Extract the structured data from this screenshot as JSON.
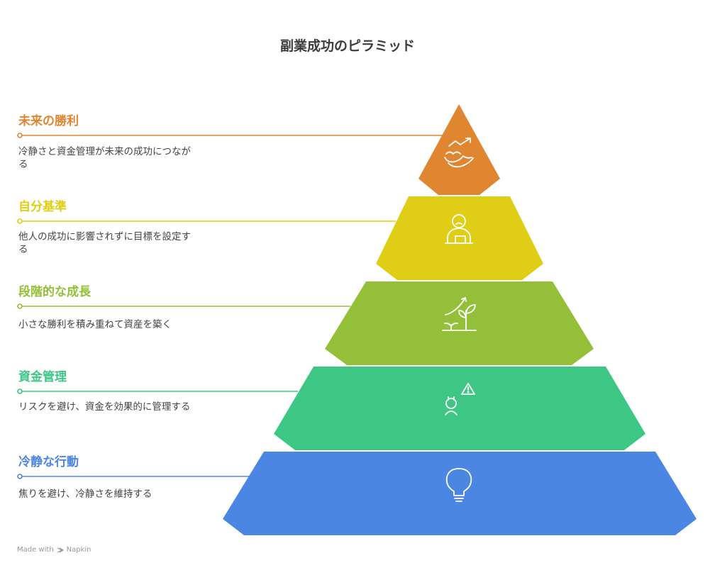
{
  "title": "副業成功のピラミッド",
  "tiers": [
    {
      "title": "未来の勝利",
      "description": "冷静さと資金管理が未来の成功につながる",
      "color": "#e08530",
      "icon": "growth-chart-icon"
    },
    {
      "title": "自分基準",
      "description": "他人の成功に影響されずに目標を設定する",
      "color": "#dfcd16",
      "icon": "person-goal-icon"
    },
    {
      "title": "段階的な成長",
      "description": "小さな勝利を積み重ねて資産を築く",
      "color": "#94bf38",
      "icon": "sprout-growth-icon"
    },
    {
      "title": "資金管理",
      "description": "リスクを避け、資金を効果的に管理する",
      "color": "#3ec685",
      "icon": "risk-warning-icon"
    },
    {
      "title": "冷静な行動",
      "description": "焦りを避け、冷静さを維持する",
      "color": "#4c86e3",
      "icon": "lightbulb-icon"
    }
  ],
  "footer": {
    "prefix": "Made with",
    "brand": "Napkin"
  }
}
